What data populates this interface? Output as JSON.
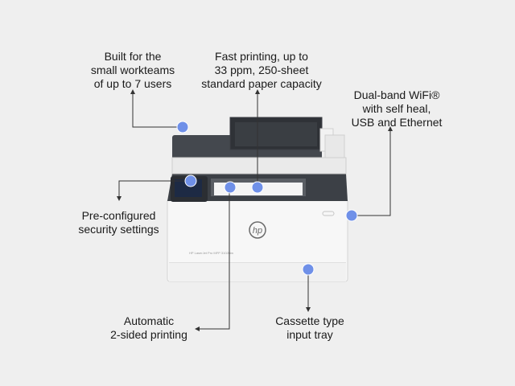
{
  "callouts": {
    "workteams": "Built for the\nsmall workteams\nof up to 7 users",
    "fast_printing": "Fast printing, up to\n33 ppm, 250-sheet\nstandard paper capacity",
    "connectivity": "Dual-band WiFi®\nwith self heal,\nUSB and Ethernet",
    "security": "Pre-configured\nsecurity settings",
    "duplex": "Automatic\n2-sided printing",
    "cassette": "Cassette type\ninput tray"
  },
  "product": {
    "logo_text": "hp",
    "model_label": "HP LaserJet Pro MFP 3102fdw"
  },
  "colors": {
    "background": "#efefef",
    "marker": "#6f90e8",
    "leader_line": "#333333",
    "printer_body": "#f6f6f6",
    "printer_dark": "#3c4046"
  }
}
